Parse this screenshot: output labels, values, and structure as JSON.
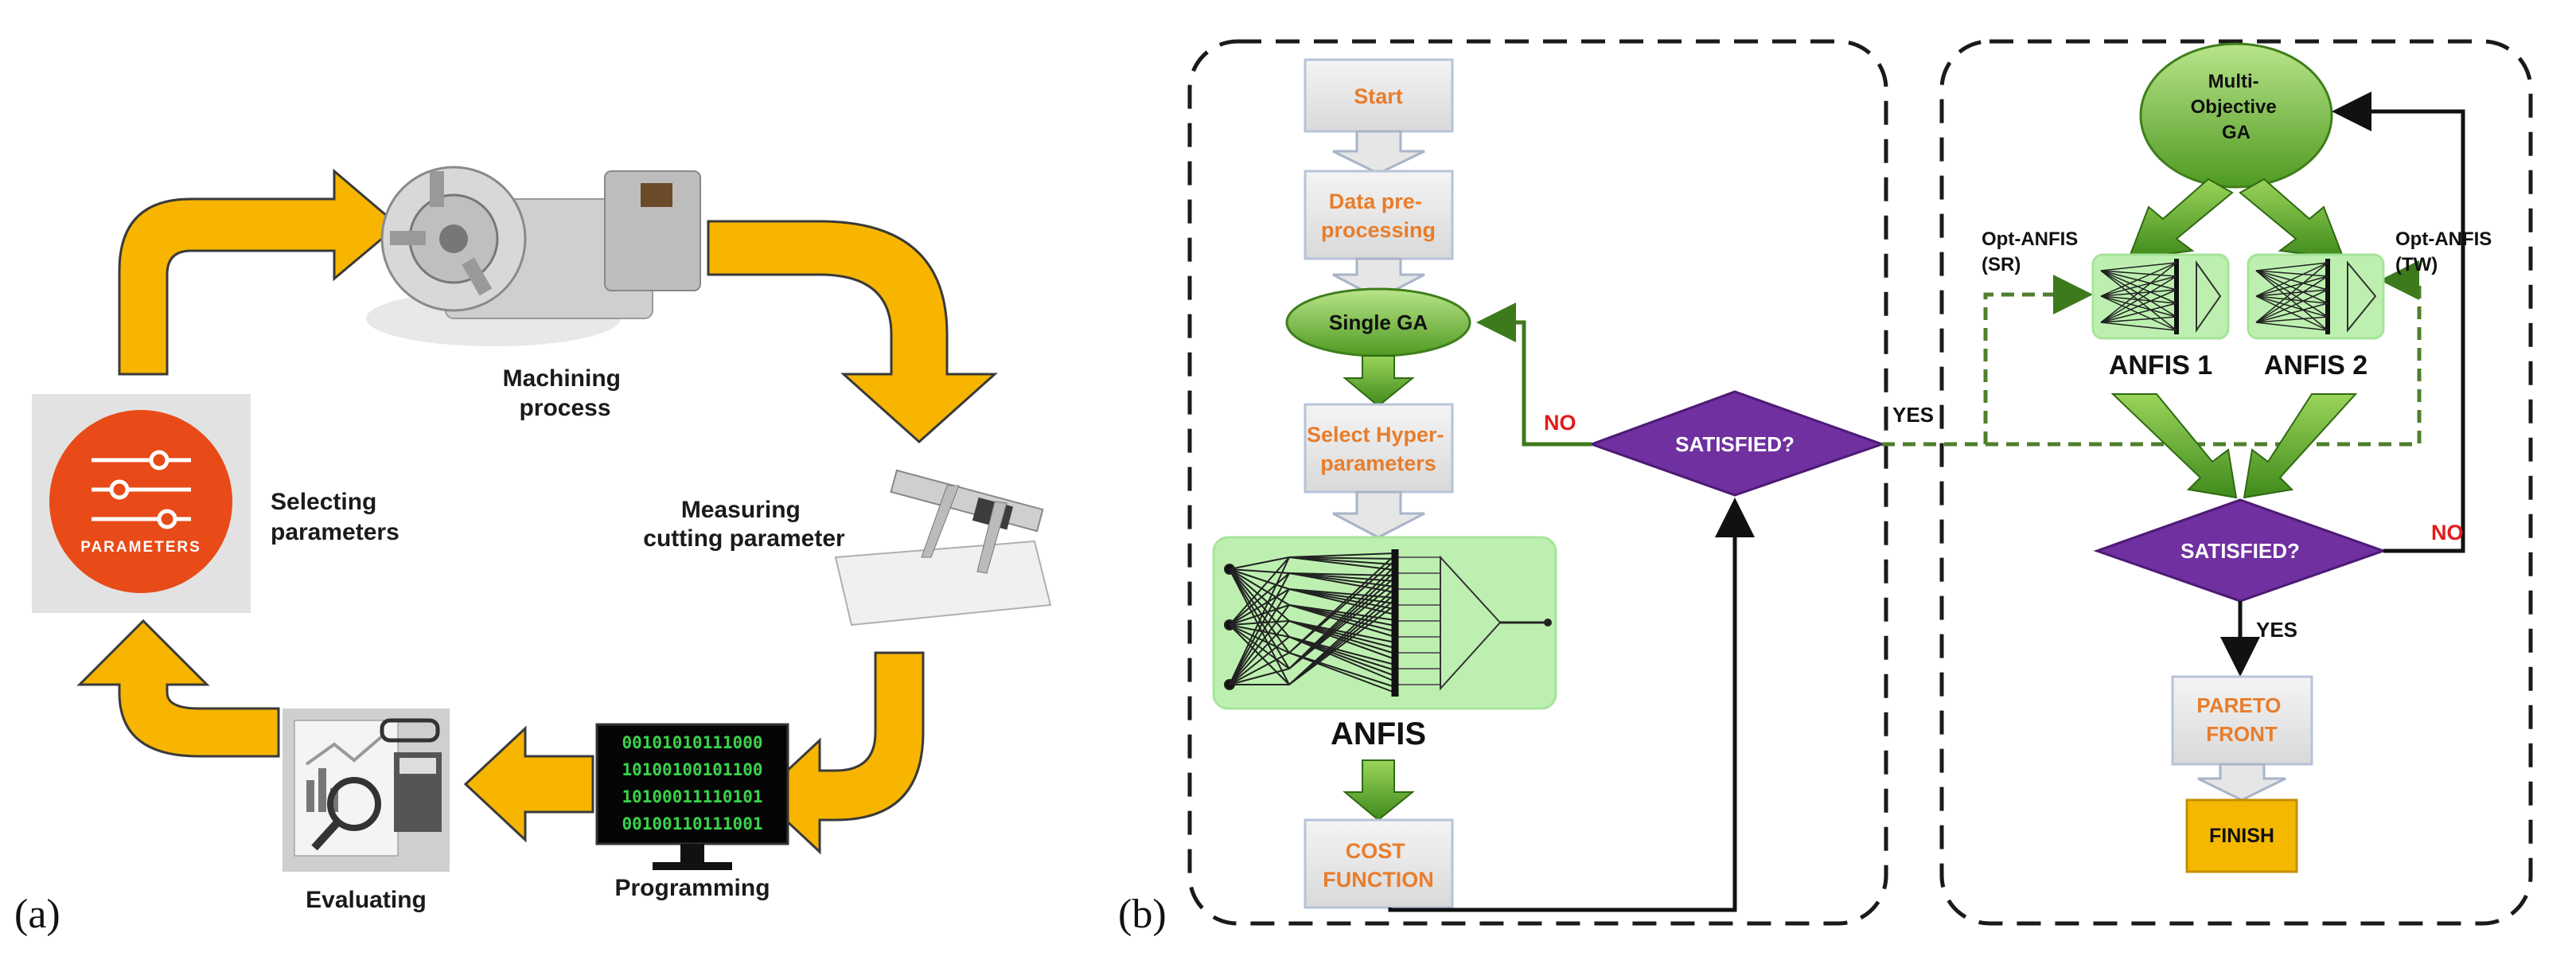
{
  "panel_a": {
    "label": "(a)",
    "machining": "Machining process",
    "selecting": "Selecting parameters",
    "parameters_icon_text": "PARAMETERS",
    "measuring": "Measuring cutting parameter",
    "programming": "Programming",
    "evaluating": "Evaluating",
    "binary": [
      "00101010111000",
      "10100100101100",
      "10100011110101",
      "00100110111001"
    ]
  },
  "panel_b": {
    "label": "(b)",
    "start": "Start",
    "preprocessing": "Data pre-processing",
    "single_ga": "Single GA",
    "select_hyper": "Select Hyper-parameters",
    "anfis": "ANFIS",
    "cost_function": "COST FUNCTION",
    "satisfied_1": "SATISFIED?",
    "no_1": "NO",
    "yes_1": "YES",
    "mo_ga": "Multi-Objective GA",
    "opt_sr": "Opt-ANFIS (SR)",
    "opt_tw": "Opt-ANFIS (TW)",
    "anfis1": "ANFIS 1",
    "anfis2": "ANFIS 2",
    "satisfied_2": "SATISFIED?",
    "no_2": "NO",
    "yes_2": "YES",
    "pareto": "PARETO FRONT",
    "finish": "FINISH"
  }
}
